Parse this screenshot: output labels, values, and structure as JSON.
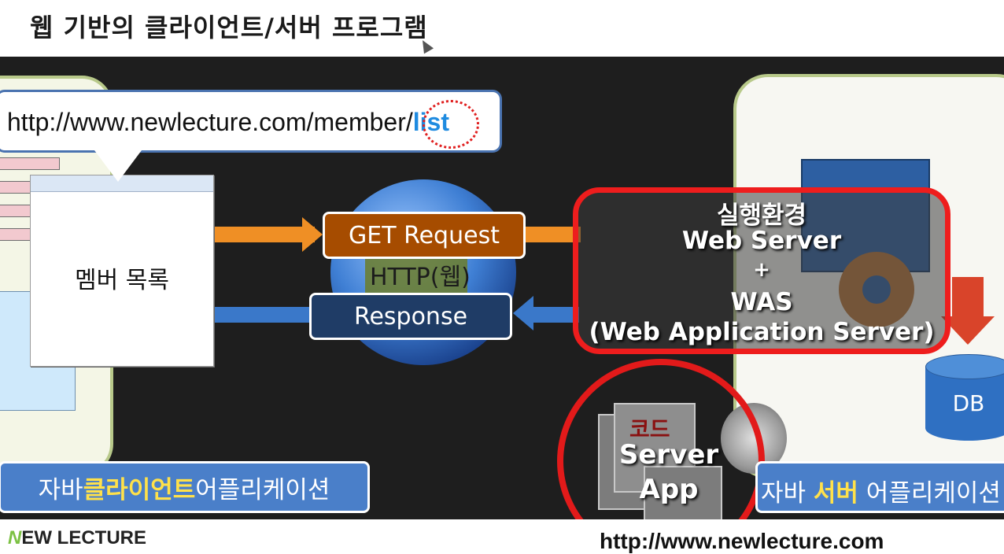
{
  "page": {
    "title": "웹 기반의 클라이언트/서버 프로그램"
  },
  "url_callout": {
    "prefix": "http://www.newlecture.com/member/",
    "highlight": "list"
  },
  "browser": {
    "label": "멤버 목록"
  },
  "network": {
    "get_request": "GET Request",
    "http_label": "HTTP(웹)",
    "response": "Response"
  },
  "runtime": {
    "line1": "실행환경",
    "line2": "Web Server",
    "line3": "+",
    "line4": "WAS",
    "line5": "(Web Application Server)"
  },
  "server_app": {
    "code_label": "코드",
    "line1": "Server",
    "line2": "App"
  },
  "db": {
    "label": "DB"
  },
  "client_caption": {
    "prefix": "자바 ",
    "highlight": "클라이언트",
    "suffix": " 어플리케이션"
  },
  "server_caption": {
    "prefix": "자바 ",
    "highlight": "서버",
    "suffix": " 어플리케이션"
  },
  "footer": {
    "logo_mark": "N",
    "logo_text": "EW LECTURE",
    "url": "http://www.newlecture.com"
  },
  "colors": {
    "accent_red": "#ee1d1d",
    "request_orange": "#a64c00",
    "response_navy": "#1f3c66",
    "highlight_yellow": "#ffe14a"
  }
}
